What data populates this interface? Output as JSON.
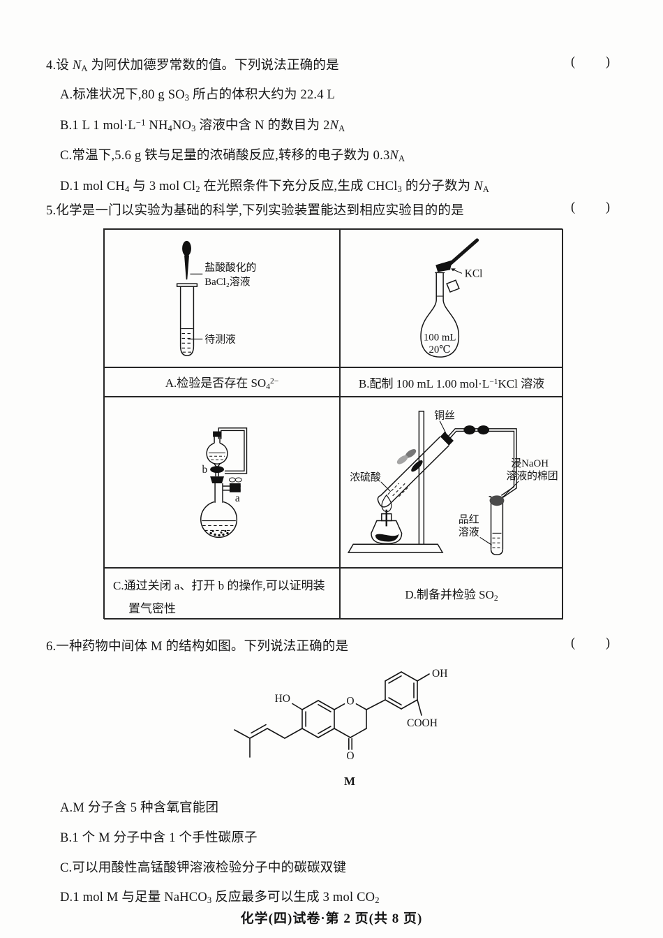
{
  "page": {
    "footer": "化学(四)试卷·第 2 页(共 8 页)",
    "bracket_open": "(",
    "bracket_close": ")"
  },
  "q4": {
    "stem": "4.设 *N*~A~ 为阿伏加德罗常数的值。下列说法正确的是",
    "options": [
      "A.标准状况下,80 g SO~3~ 所占的体积大约为 22.4 L",
      "B.1 L 1 mol·L^−1^ NH~4~NO~3~ 溶液中含 N 的数目为 2*N*~A~",
      "C.常温下,5.6 g 铁与足量的浓硝酸反应,转移的电子数为 0.3*N*~A~",
      "D.1 mol CH~4~ 与 3 mol Cl~2~ 在光照条件下充分反应,生成 CHCl~3~ 的分子数为 *N*~A~"
    ]
  },
  "q5": {
    "stem": "5.化学是一门以实验为基础的科学,下列实验装置能达到相应实验目的的是",
    "cells": {
      "a": {
        "caption": "A.检验是否存在 SO~4~^2−^",
        "dropper_label_line1": "盐酸酸化的",
        "dropper_label_line2": "BaCl₂溶液",
        "tube_label": "待测液"
      },
      "b": {
        "caption": "B.配制 100 mL 1.00 mol·L^−1^KCl 溶液",
        "solid_label": "KCl",
        "flask_line1": "100 mL",
        "flask_line2": "20℃"
      },
      "c": {
        "caption": "C.通过关闭 a、打开 b 的操作,可以证明装置气密性",
        "valve_b": "b",
        "valve_a": "a"
      },
      "d": {
        "caption": "D.制备并检验 SO~2~",
        "copper_label": "铜丝",
        "acid_label": "浓硫酸",
        "naoh_label_line1": "浸NaOH",
        "naoh_label_line2": "溶液的棉团",
        "fuchsin_label_line1": "品红",
        "fuchsin_label_line2": "溶液"
      }
    }
  },
  "q6": {
    "stem": "6.一种药物中间体 M 的结构如图。下列说法正确的是",
    "molecule": {
      "hydroxyl_left": "HO",
      "ring_oxygen": "O",
      "hydroxyl_right": "OH",
      "carboxyl": "COOH",
      "ketone_oxygen": "O",
      "name": "M"
    },
    "options": [
      "A.M 分子含 5 种含氧官能团",
      "B.1 个 M 分子中含 1 个手性碳原子",
      "C.可以用酸性高锰酸钾溶液检验分子中的碳碳双键",
      "D.1 mol M 与足量 NaHCO~3~ 反应最多可以生成 3 mol CO~2~"
    ]
  }
}
